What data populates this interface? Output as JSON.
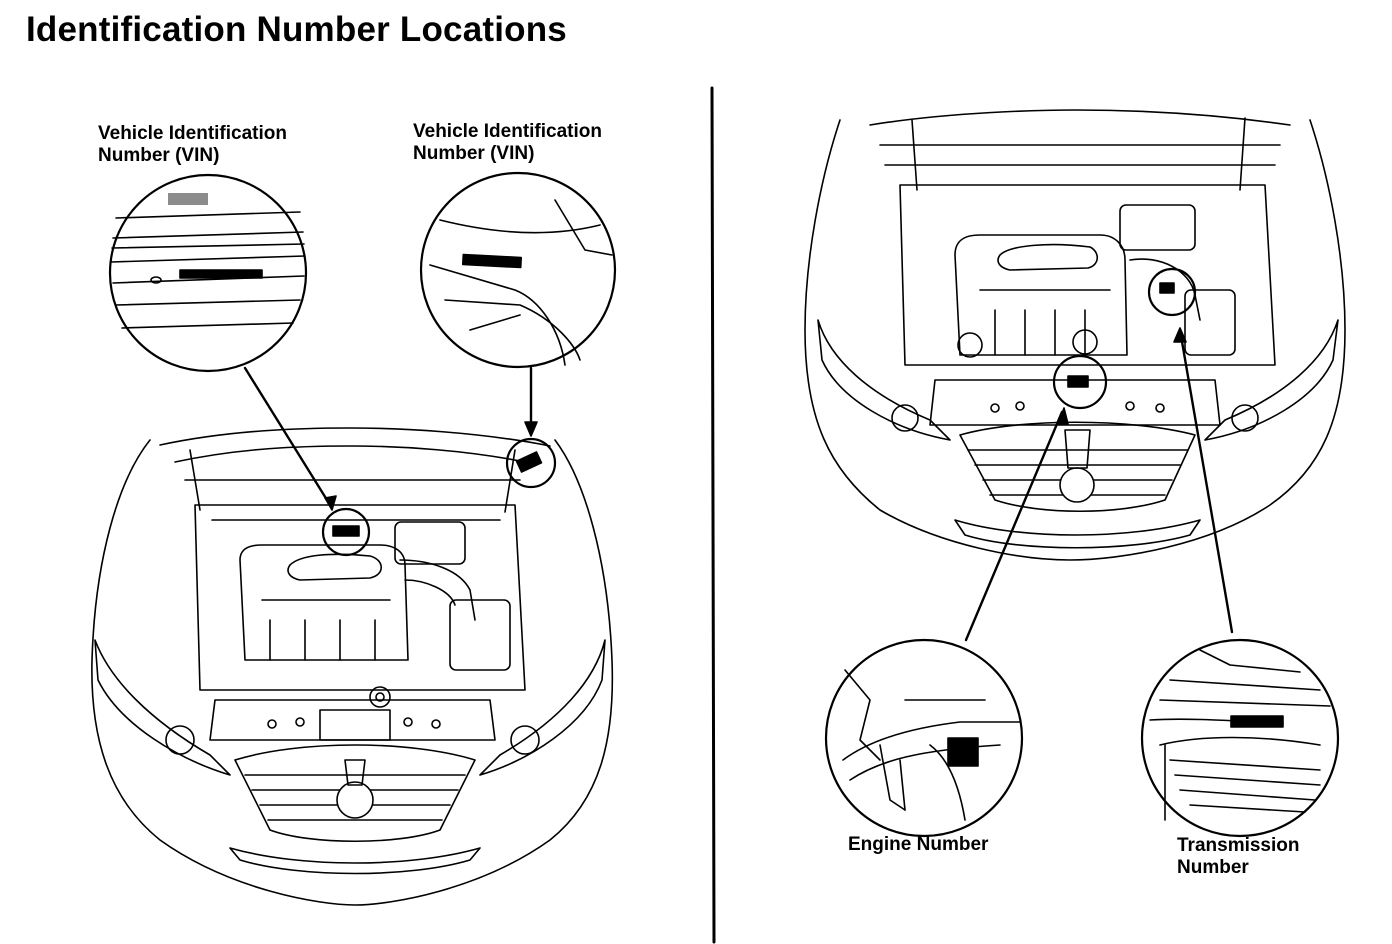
{
  "title": "Identification Number Locations",
  "labels": {
    "vin_left": {
      "line1": "Vehicle Identification",
      "line2": "Number (VIN)"
    },
    "vin_right": {
      "line1": "Vehicle Identification",
      "line2": "Number (VIN)"
    },
    "engine": {
      "line1": "Engine Number"
    },
    "transmission": {
      "line1": "Transmission",
      "line2": "Number"
    }
  }
}
